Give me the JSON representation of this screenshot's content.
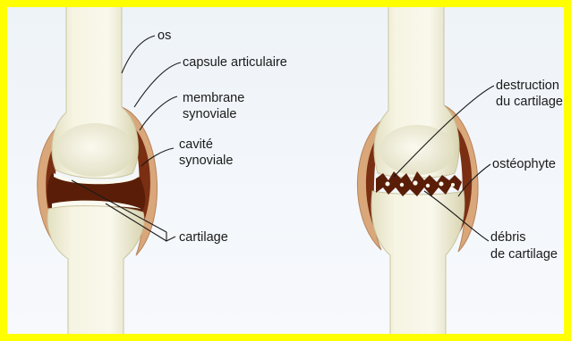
{
  "colors": {
    "frame_border": "#ffff00",
    "background": "#f1f5fa",
    "bone": "#f4f2dc",
    "bone_shade": "#dcd9b8",
    "capsule": "#d9a77a",
    "synovial_membrane": "#7a2e12",
    "cavity": "#5a1e08",
    "cartilage": "#fbfaf0",
    "line": "#1a1a1a"
  },
  "left_joint": {
    "labels": {
      "os": "os",
      "capsule": "capsule articulaire",
      "membrane_1": "membrane",
      "membrane_2": "synoviale",
      "cavite_1": "cavité",
      "cavite_2": "synoviale",
      "cartilage": "cartilage"
    }
  },
  "right_joint": {
    "labels": {
      "destruction_1": "destruction",
      "destruction_2": "du cartilage",
      "osteophyte": "ostéophyte",
      "debris_1": "débris",
      "debris_2": "de cartilage"
    }
  }
}
